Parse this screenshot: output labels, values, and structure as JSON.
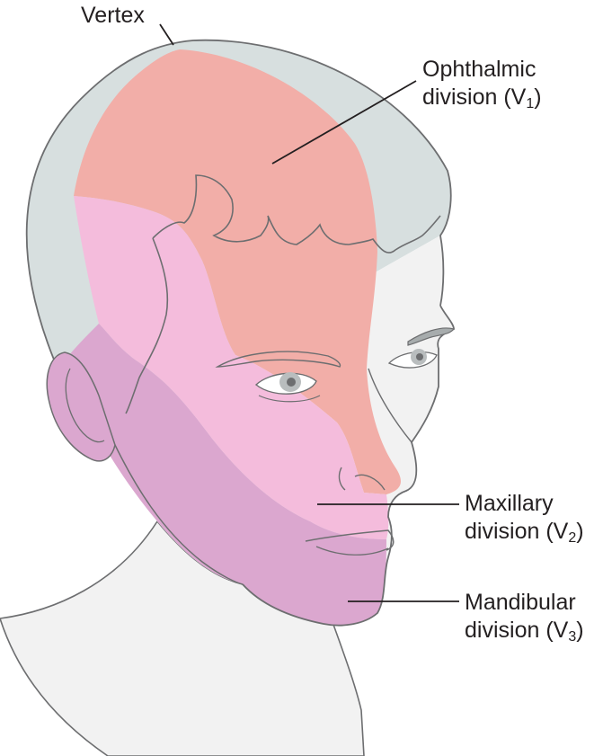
{
  "colors": {
    "hair": "#d7dfdf",
    "skin": "#f2f2f2",
    "ophthalmic": "#f2aea8",
    "maxillary": "#f4bcdc",
    "mandibular": "#dba7cf",
    "outline": "#6d6e70",
    "leader": "#231f20"
  },
  "labels": {
    "vertex": "Vertex",
    "ophthalmic": {
      "line1": "Ophthalmic",
      "line2": "division (V",
      "sub": "1",
      "close": ")"
    },
    "maxillary": {
      "line1": "Maxillary",
      "line2": "division (V",
      "sub": "2",
      "close": ")"
    },
    "mandibular": {
      "line1": "Mandibular",
      "line2": "division (V",
      "sub": "3",
      "close": ")"
    }
  }
}
